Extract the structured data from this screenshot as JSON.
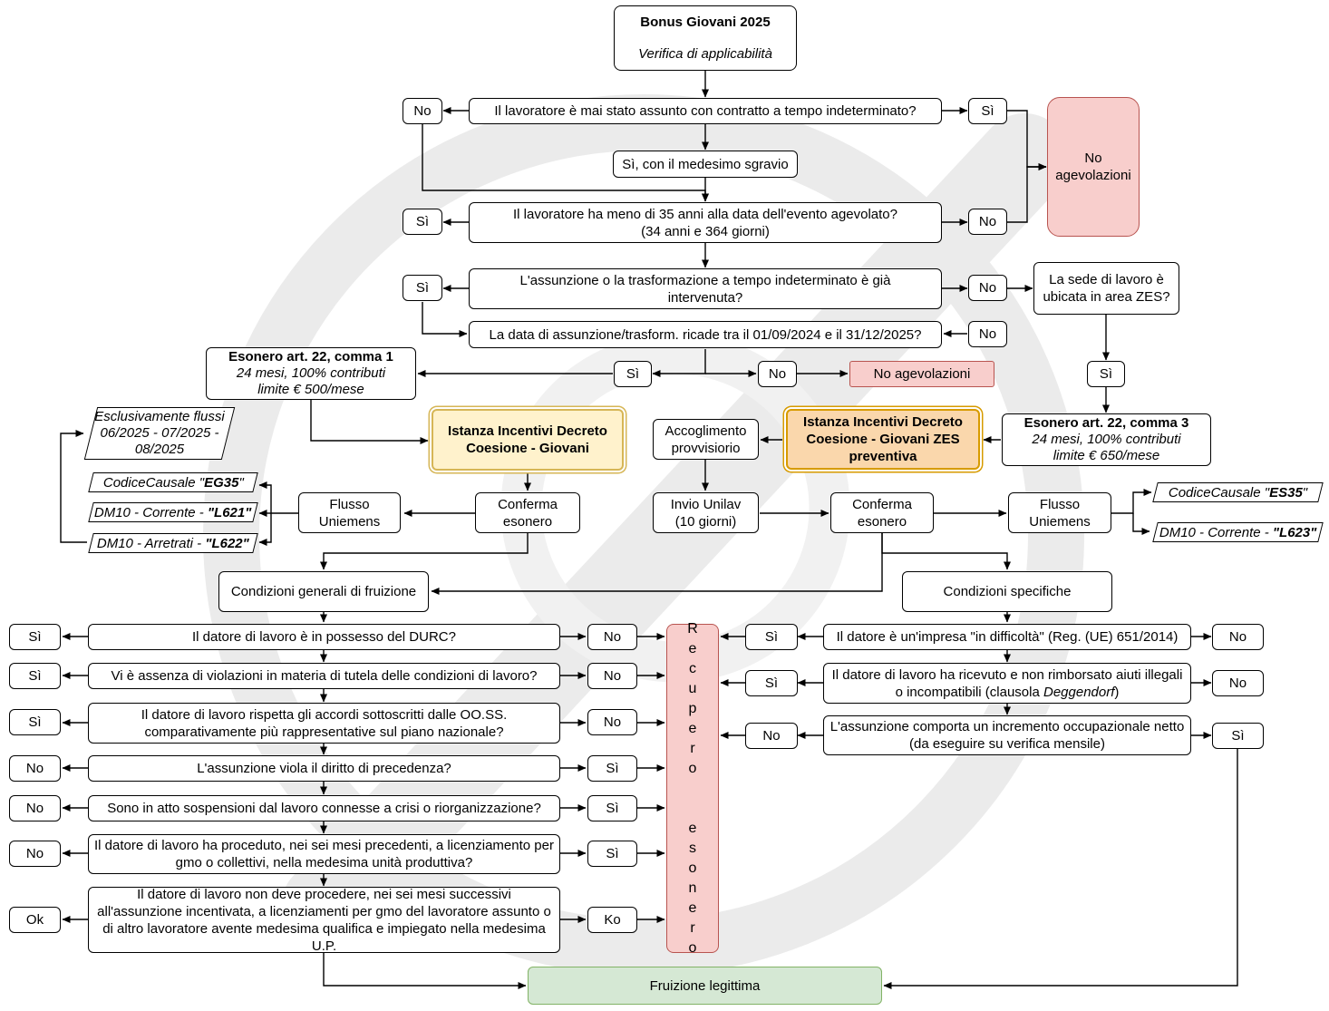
{
  "title": {
    "main": "Bonus Giovani 2025",
    "sub": "Verifica di applicabilità"
  },
  "q1": {
    "text": "Il lavoratore è mai stato assunto con contratto a tempo indeterminato?",
    "no": "No",
    "yes": "Sì",
    "same_relief": "Sì, con il medesimo sgravio"
  },
  "no_benefits": "No agevolazioni",
  "q2": {
    "line1": "Il lavoratore ha meno di 35 anni alla data dell'evento agevolato?",
    "line2": "(34 anni e 364 giorni)",
    "yes": "Sì",
    "no": "No"
  },
  "q3": {
    "text": "L'assunzione o la trasformazione a tempo indeterminato è già intervenuta?",
    "yes": "Sì",
    "no": "No"
  },
  "zes_question": "La sede di lavoro è ubicata in area ZES?",
  "q4": {
    "text": "La data di assunzione/trasform. ricade tra il 01/09/2024 e il 31/12/2025?",
    "no": "No",
    "yes": "Sì",
    "no2": "No",
    "no_benefits": "No agevolazioni"
  },
  "zes_yes": "Sì",
  "esonero1": {
    "title": "Esonero art. 22, comma 1",
    "line1": "24 mesi, 100% contributi",
    "line2": "limite € 500/mese"
  },
  "esonero3": {
    "title": "Esonero art. 22, comma 3",
    "line1": "24 mesi, 100% contributi",
    "line2": "limite € 650/mese"
  },
  "istanza1": "Istanza Incentivi Decreto Coesione - Giovani",
  "istanza2": "Istanza Incentivi Decreto Coesione - Giovani ZES preventiva",
  "accoglimento": "Accoglimento provvisiorio",
  "unilav": {
    "line1": "Invio Unilav",
    "line2": "(10 giorni)"
  },
  "conferma": "Conferma esonero",
  "flusso": "Flusso Uniemens",
  "left_codes": {
    "note": "Esclusivamente flussi 06/2025 - 07/2025 - 08/2025",
    "c1_pre": "CodiceCausale \"",
    "c1_code": "EG35",
    "c1_post": "\"",
    "c2_pre": "DM10 - Corrente - ",
    "c2_code": "\"L621\"",
    "c3_pre": "DM10 - Arretrati - ",
    "c3_code": "\"L622\""
  },
  "right_codes": {
    "c1_pre": "CodiceCausale \"",
    "c1_code": "ES35",
    "c1_post": "\"",
    "c2_pre": "DM10 - Corrente - ",
    "c2_code": "\"L623\""
  },
  "cond_general": "Condizioni generali di fruizione",
  "cond_specific": "Condizioni specifiche",
  "general_questions": [
    {
      "text": "Il datore di lavoro è in possesso del DURC?",
      "pass": "Sì",
      "fail": "No"
    },
    {
      "text": "Vi è assenza di violazioni in materia di tutela delle condizioni di lavoro?",
      "pass": "Sì",
      "fail": "No"
    },
    {
      "text": "Il datore di lavoro rispetta gli accordi sottoscritti dalle OO.SS. comparativamente più rappresentative sul piano nazionale?",
      "pass": "Sì",
      "fail": "No"
    },
    {
      "text": "L'assunzione viola il diritto di precedenza?",
      "pass": "No",
      "fail": "Sì"
    },
    {
      "text": "Sono in atto sospensioni dal lavoro connesse a crisi o riorganizzazione?",
      "pass": "No",
      "fail": "Sì"
    },
    {
      "text": "Il datore di lavoro ha proceduto, nei sei mesi precedenti, a licenziamento per gmo o collettivi, nella medesima unità produttiva?",
      "pass": "No",
      "fail": "Sì"
    },
    {
      "text": "Il datore di lavoro non deve procedere, nei sei mesi successivi all'assunzione incentivata, a licenziamenti per gmo del lavoratore assunto o di altro lavoratore avente medesima qualifica e impiegato nella medesima U.P.",
      "pass": "Ok",
      "fail": "Ko"
    }
  ],
  "specific_questions": [
    {
      "text": "Il datore è un'impresa \"in difficoltà\" (Reg. (UE) 651/2014)",
      "fail": "Sì",
      "pass": "No"
    },
    {
      "pre": "Il datore di lavoro ha ricevuto e non rimborsato aiuti illegali o incompatibili (clausola ",
      "em": "Deggendorf",
      "post": ")",
      "fail": "Sì",
      "pass": "No"
    },
    {
      "text": "L'assunzione comporta un incremento occupazionale netto (da eseguire su verifica mensile)",
      "fail": "No",
      "pass": "Sì"
    }
  ],
  "recupero": "R\ne\nc\nu\np\ne\nr\no\n\n\ne\ns\no\nn\ne\nr\no",
  "fruizione": "Fruizione legittima",
  "colors": {
    "red_fill": "#f8cecc",
    "red_border": "#b85450",
    "green_fill": "#d5e8d4",
    "green_border": "#82b366",
    "gold_fill": "#fff2cc",
    "gold_border": "#d6b656",
    "orange_fill": "#fad7ac",
    "orange_border": "#d79b00",
    "watermark": "#ebebeb"
  }
}
